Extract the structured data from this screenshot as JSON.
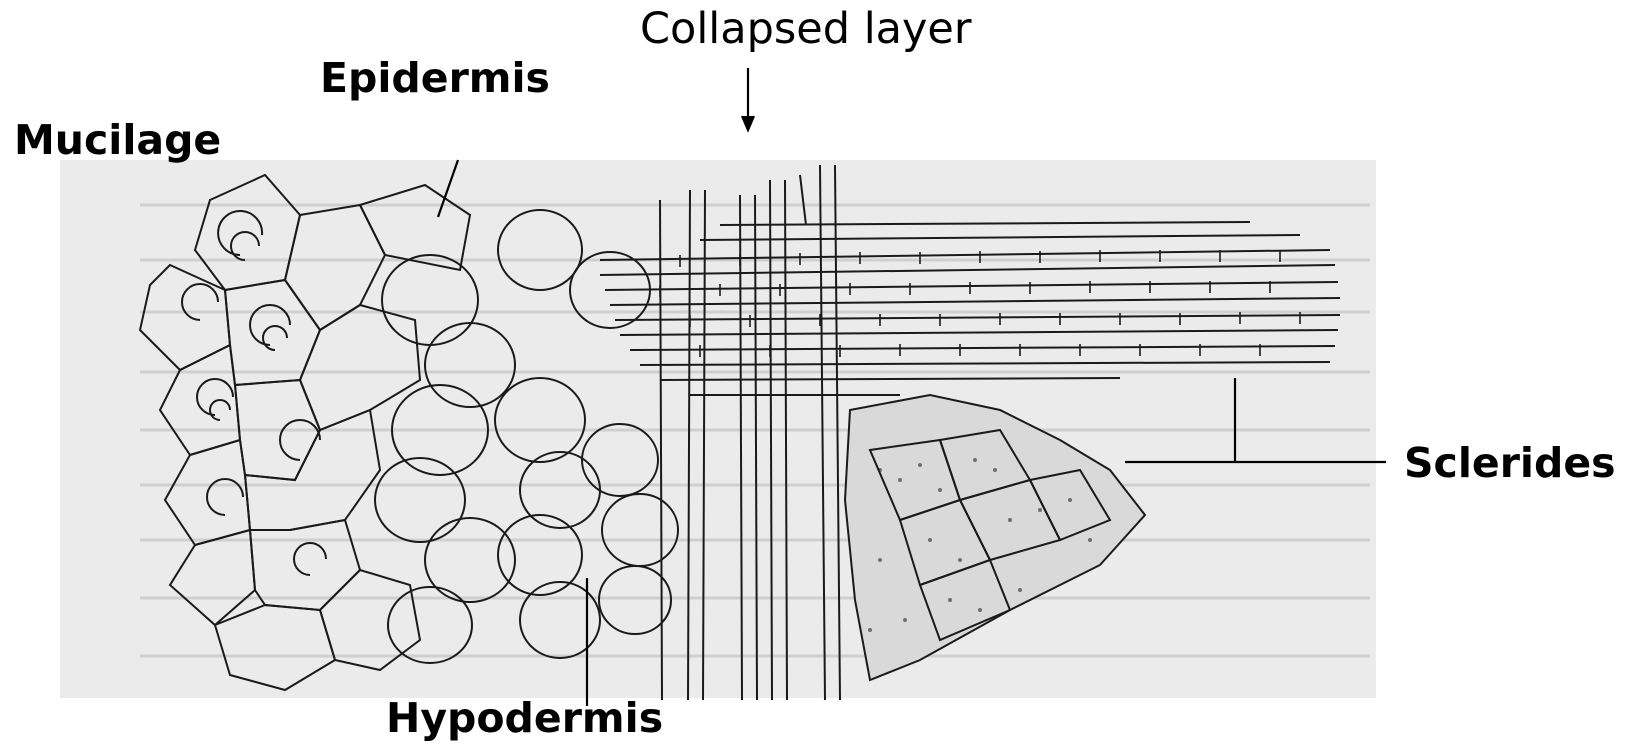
{
  "labels": {
    "collapsed_layer": "Collapsed layer",
    "epidermis": "Epidermis",
    "mucilage": "Mucilage",
    "sclerides": "Sclerides",
    "hypodermis": "Hypodermis"
  },
  "colors": {
    "plate_background": "#ebebeb",
    "ink": "#1a1a1a",
    "bleed_text": "#bdbdbd"
  }
}
